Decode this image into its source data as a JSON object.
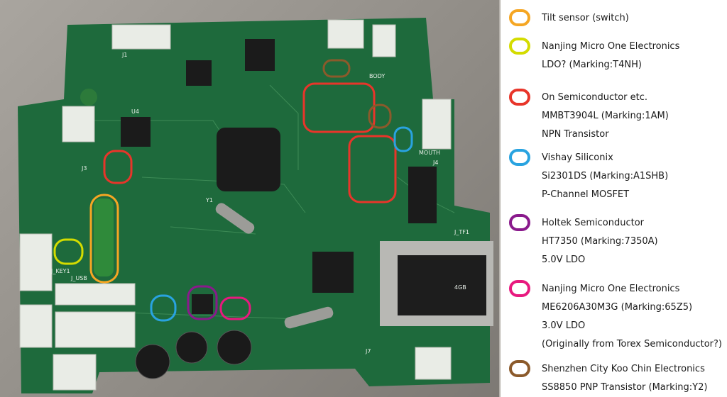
{
  "board_labels": {
    "j1": "J1",
    "j3": "J3",
    "j4": "J4",
    "j7": "J7",
    "j_tf1": "J_TF1",
    "mouth": "MOUTH",
    "body": "BODY",
    "j_key1": "J_KEY1",
    "j_usb": "J_USB",
    "y1": "Y1",
    "u4": "U4",
    "sd_card": "4GB"
  },
  "legend": [
    {
      "color": "#f5a623",
      "lines": [
        "Tilt sensor (switch)"
      ]
    },
    {
      "color": "#d4dc00",
      "lines": [
        "Nanjing Micro One Electronics",
        "LDO? (Marking:T4NH)"
      ]
    },
    {
      "color": "#e8352a",
      "lines": [
        "On Semiconductor etc.",
        "MMBT3904L (Marking:1AM)",
        "NPN Transistor"
      ]
    },
    {
      "color": "#29a3e0",
      "lines": [
        "Vishay Siliconix",
        "Si2301DS (Marking:A1SHB)",
        "P-Channel MOSFET"
      ]
    },
    {
      "color": "#8a1a8c",
      "lines": [
        "Holtek Semiconductor",
        "HT7350 (Marking:7350A)",
        "5.0V LDO"
      ]
    },
    {
      "color": "#e8197f",
      "lines": [
        "Nanjing Micro One Electronics",
        "ME6206A30M3G (Marking:65Z5)",
        "3.0V LDO",
        "(Originally from Torex Semiconductor?)"
      ]
    },
    {
      "color": "#8b5a2b",
      "lines": [
        "Shenzhen City Koo Chin Electronics",
        "SS8850 PNP Transistor (Marking:Y2)"
      ]
    }
  ]
}
